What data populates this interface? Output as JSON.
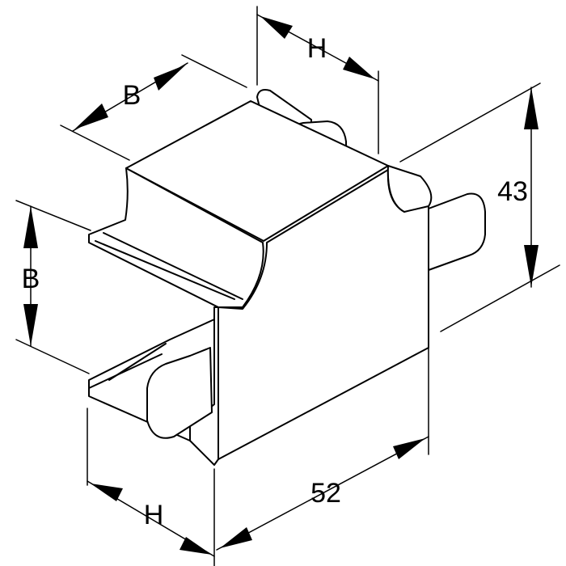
{
  "drawing": {
    "line_color": "#000000",
    "fill_color": "#ffffff",
    "dimensions": {
      "top_height": "H",
      "top_width": "B",
      "right_height": "43",
      "left_width": "B",
      "bottom_height": "H",
      "bottom_length": "52"
    }
  }
}
